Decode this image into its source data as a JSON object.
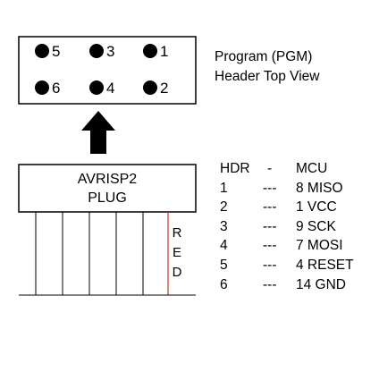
{
  "header": {
    "pins_top": [
      "5",
      "3",
      "1"
    ],
    "pins_bottom": [
      "6",
      "4",
      "2"
    ]
  },
  "title": {
    "line1": "Program (PGM)",
    "line2": "Header Top View"
  },
  "plug": {
    "line1": "AVRISP2",
    "line2": "PLUG",
    "red_letters": [
      "R",
      "E",
      "D"
    ]
  },
  "colors": {
    "red_wire": "#c0392b",
    "line": "#000000"
  },
  "table": {
    "headers": [
      "HDR",
      "-",
      "MCU"
    ],
    "rows": [
      [
        "1",
        "---",
        "8 MISO"
      ],
      [
        "2",
        "---",
        "1 VCC"
      ],
      [
        "3",
        "---",
        "9 SCK"
      ],
      [
        "4",
        "---",
        "7 MOSI"
      ],
      [
        "5",
        "---",
        "4 RESET"
      ],
      [
        "6",
        "---",
        "14 GND"
      ]
    ]
  }
}
